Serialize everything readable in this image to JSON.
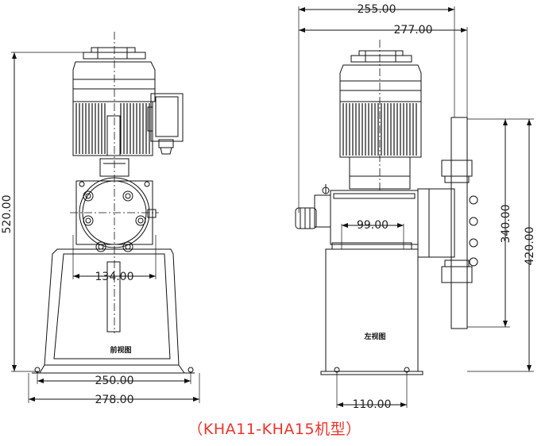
{
  "front_view": {
    "label": "前视图",
    "dims": {
      "height": "520.00",
      "flange": "134.00",
      "hole_span": "250.00",
      "base_width": "278.00"
    }
  },
  "left_view": {
    "label": "左视图",
    "dims": {
      "top_a": "255.00",
      "top_b": "277.00",
      "inner": "99.00",
      "bottom": "110.00",
      "h_a": "340.00",
      "h_b": "420.00"
    }
  },
  "caption": "（KHA11-KHA15机型）"
}
